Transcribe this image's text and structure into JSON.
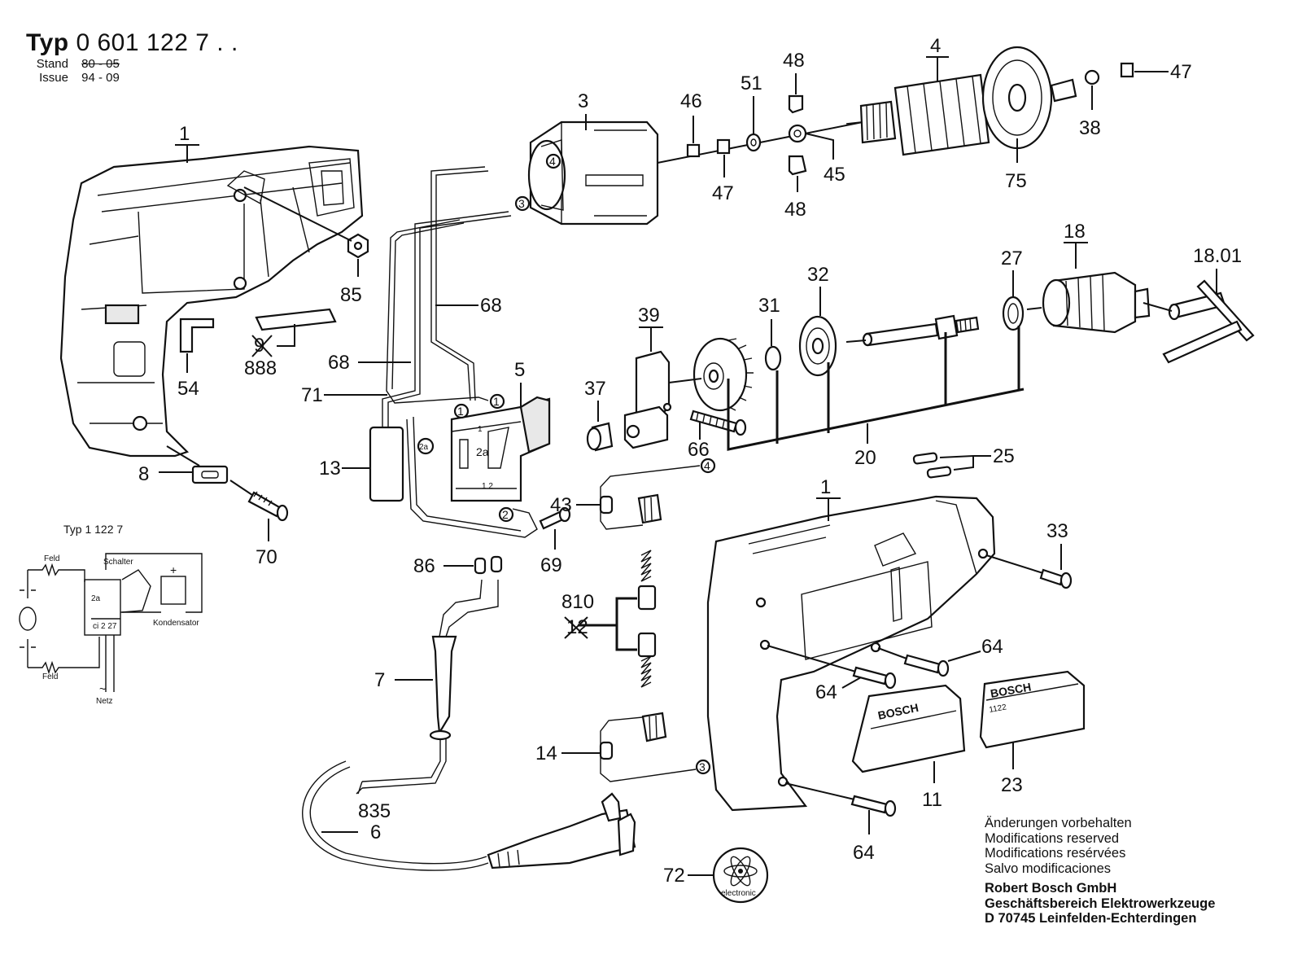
{
  "header": {
    "typ_label": "Typ",
    "typ_number": "0 601 122 7 . .",
    "stand_label": "Stand",
    "stand_value": "80 - 05",
    "issue_label": "Issue",
    "issue_value": "94 - 09"
  },
  "footer": {
    "notes": [
      "Änderungen vorbehalten",
      "Modifications reserved",
      "Modifications resérvées",
      "Salvo modificaciones"
    ],
    "company": [
      "Robert Bosch GmbH",
      "Geschäftsbereich Elektrowerkzeuge",
      "D 70745 Leinfelden-Echterdingen"
    ]
  },
  "schematic": {
    "title": "Typ  1 122 7",
    "feld_top": "Feld",
    "feld_bottom": "Feld",
    "schalter": "Schalter",
    "kondensator": "Kondensator",
    "netz": "Netz",
    "tilde": "~",
    "plus": "+",
    "term_2a": "2a",
    "terms_bottom": "ci 2 27"
  },
  "labels": {
    "p1_top": "1",
    "p1_bottom": "1",
    "p3": "3",
    "p4": "4",
    "p5": "5",
    "p6": "6",
    "p7": "7",
    "p8": "8",
    "p11": "11",
    "p12": "12",
    "p13": "13",
    "p14": "14",
    "p18": "18",
    "p18_01": "18.01",
    "p20": "20",
    "p23": "23",
    "p25": "25",
    "p27": "27",
    "p31": "31",
    "p32": "32",
    "p33": "33",
    "p37": "37",
    "p38": "38",
    "p39": "39",
    "p43": "43",
    "p45": "45",
    "p46": "46",
    "p47_left": "47",
    "p47_right": "47",
    "p48_top": "48",
    "p48_bottom": "48",
    "p51": "51",
    "p54": "54",
    "p64_a": "64",
    "p64_b": "64",
    "p64_c": "64",
    "p66": "66",
    "p68_a": "68",
    "p68_b": "68",
    "p69": "69",
    "p70": "70",
    "p71": "71",
    "p72": "72",
    "p75": "75",
    "p85": "85",
    "p86": "86",
    "p810": "810",
    "p835": "835",
    "p888": "888",
    "p9": "9"
  },
  "markers": {
    "m4_field": "4",
    "m3_field": "3",
    "m1_a": "1",
    "m1_b": "1",
    "m2a": "2a",
    "m2": "2",
    "m4_wire": "4",
    "m3_wire": "3",
    "sw_2a": "2a",
    "sw_1": "1",
    "sw_12": "1  2"
  },
  "plates": {
    "brand_11": "BOSCH",
    "brand_23": "BOSCH",
    "model_23": "1122"
  },
  "badge_72": "electronic"
}
